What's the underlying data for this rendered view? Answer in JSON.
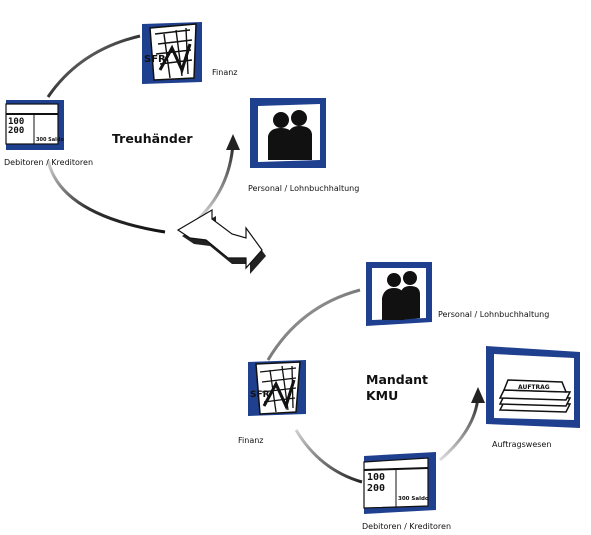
{
  "top_cycle": {
    "center_label": "Treuhänder",
    "finanz_label": "Finanz",
    "finanz_icon_text": "SFR",
    "personal_label": "Personal / Lohnbuchhaltung",
    "debitoren_label": "Debitoren / Kreditoren",
    "debitoren_icon": {
      "line1": "100",
      "line2": "200",
      "line3": "300 Saldo"
    }
  },
  "bottom_cycle": {
    "center_line1": "Mandant",
    "center_line2": "KMU",
    "personal_label": "Personal / Lohnbuchhaltung",
    "finanz_label": "Finanz",
    "finanz_icon_text": "SFR",
    "auftrag_label": "Auftragswesen",
    "auftrag_icon_text": "AUFTRAG",
    "debitoren_label": "Debitoren / Kreditoren",
    "debitoren_icon": {
      "line1": "100",
      "line2": "200",
      "line3": "300 Saldo"
    }
  },
  "colors": {
    "icon_blue": "#1f3f8f",
    "ink": "#111111",
    "arc_dark": "#333333"
  }
}
